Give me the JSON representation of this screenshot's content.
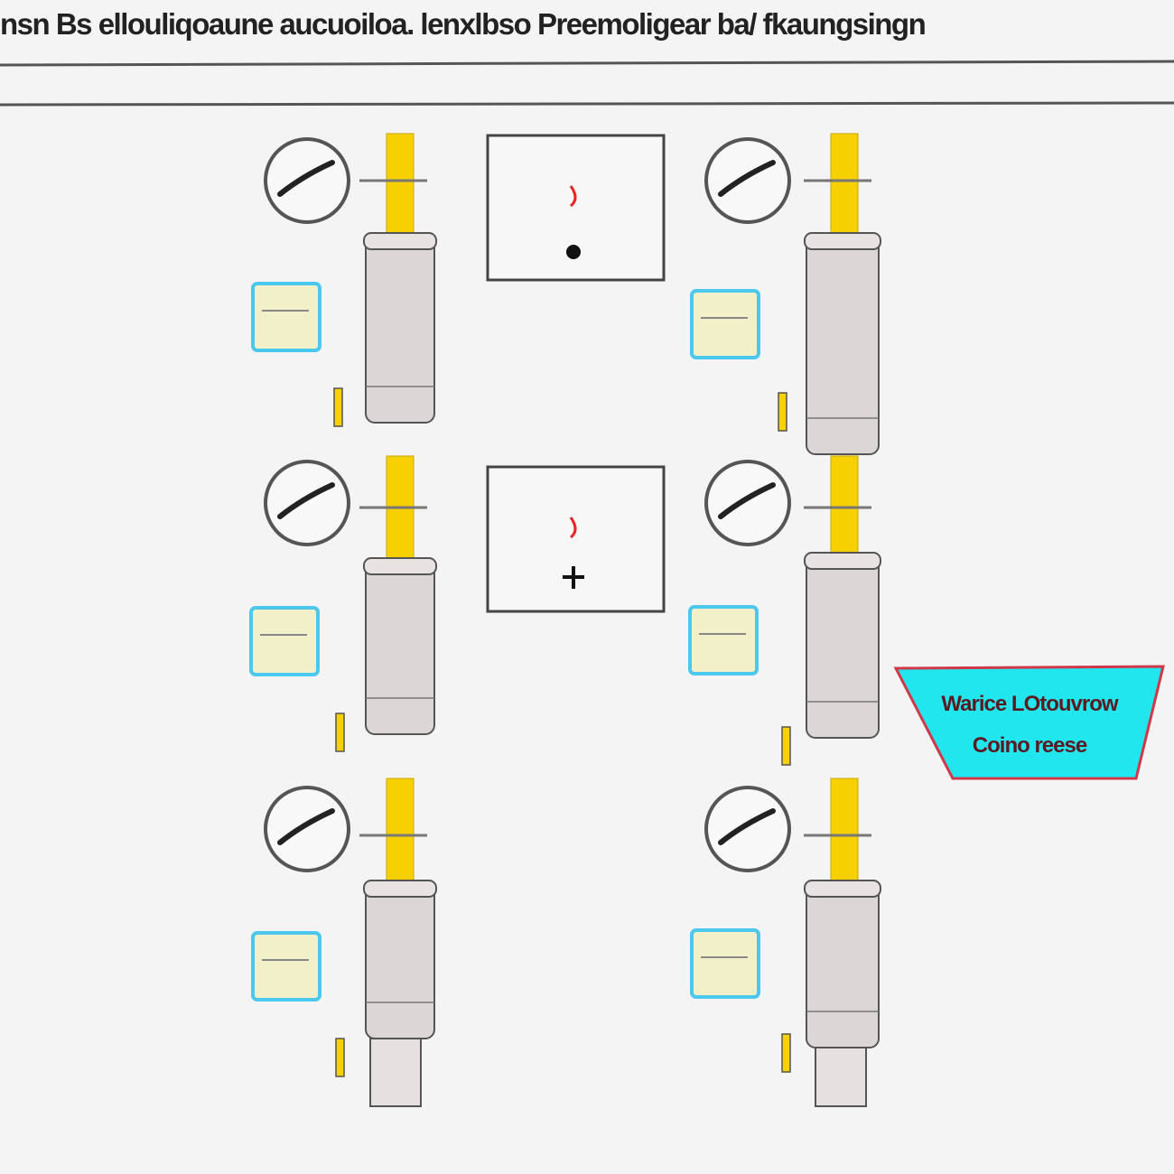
{
  "title": "nsn Bs ellouliqoaune aucuoiloa. lenxlbso Preemoligear ba/ fkaungsingn",
  "callout": {
    "line1": "Warice LOtouvrow",
    "line2": "Coino reese",
    "fill": "#22e6ee",
    "border": "#d0384a"
  },
  "colors": {
    "pipe": "#f7d000",
    "cylinder": "#ddd6d6",
    "gauge_panel": "#4cc8ee",
    "gauge_fill": "#f2f0c8"
  }
}
